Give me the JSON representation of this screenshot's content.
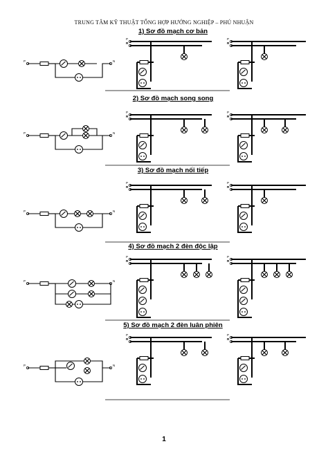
{
  "header": "TRUNG TÂM KỸ THUẬT TỔNG HỢP HƯỚNG NGHIỆP – PHÚ NHUẬN",
  "sections": [
    {
      "title": "1) Sơ đồ mạch cơ bản"
    },
    {
      "title": "2) Sơ đồ mạch song song"
    },
    {
      "title": "3) Sơ đồ mạch nối tiếp"
    },
    {
      "title": "4) Sơ đồ mạch 2 đèn độc lập"
    },
    {
      "title": "5) Sơ đồ mạch 2 đèn luân phiên"
    }
  ],
  "terminal_labels": {
    "phase": "P",
    "neutral": "N"
  },
  "page_number": "1"
}
